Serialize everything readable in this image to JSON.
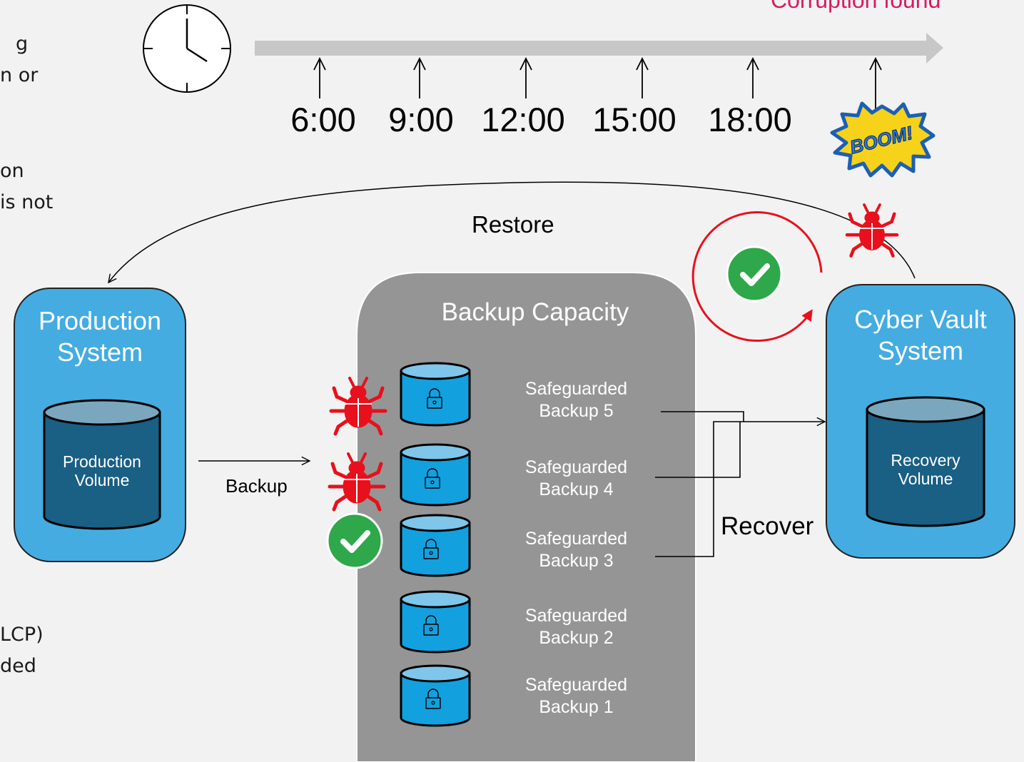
{
  "header": {
    "corruption_label": "Corruption found"
  },
  "left_text": [
    "g",
    "n or",
    "on",
    "is not",
    "LCP)",
    "ded"
  ],
  "timeline": {
    "times": [
      "6:00",
      "9:00",
      "12:00",
      "15:00",
      "18:00"
    ],
    "event_label": "BOOM!"
  },
  "diagram": {
    "restore_label": "Restore",
    "backup_label": "Backup",
    "recover_label": "Recover",
    "production": {
      "title_line1": "Production",
      "title_line2": "System",
      "volume_line1": "Production",
      "volume_line2": "Volume"
    },
    "capacity": {
      "title": "Backup Capacity"
    },
    "vault": {
      "title_line1": "Cyber Vault",
      "title_line2": "System",
      "volume_line1": "Recovery",
      "volume_line2": "Volume"
    },
    "backups": [
      {
        "line1": "Safeguarded",
        "line2": "Backup 5",
        "status": "infected"
      },
      {
        "line1": "Safeguarded",
        "line2": "Backup 4",
        "status": "infected"
      },
      {
        "line1": "Safeguarded",
        "line2": "Backup 3",
        "status": "clean"
      },
      {
        "line1": "Safeguarded",
        "line2": "Backup 2",
        "status": ""
      },
      {
        "line1": "Safeguarded",
        "line2": "Backup  1",
        "status": ""
      }
    ]
  },
  "colors": {
    "background": "#f2f2f2",
    "panel_blue": "#44ace0",
    "capacity_gray": "#959595",
    "db_dark": "#1a5f84",
    "db_top": "#7aa7bd",
    "cyl_light": "#12a0df",
    "bug_red": "#e8101c",
    "check_green": "#2ea84a",
    "alert_pink": "#d81b60"
  },
  "icons": [
    "clock-icon",
    "boom-icon",
    "bug-icon",
    "check-icon",
    "lock-icon",
    "cycle-arrow-icon"
  ]
}
